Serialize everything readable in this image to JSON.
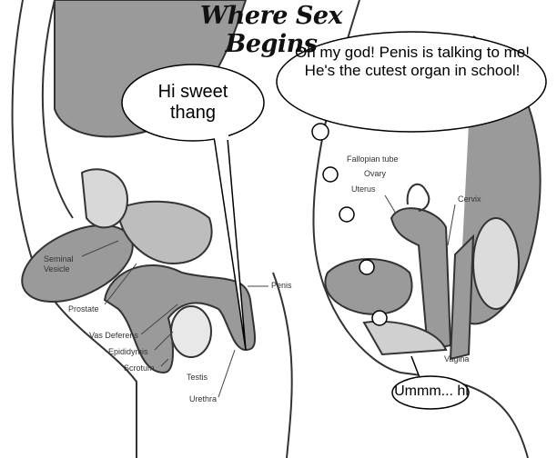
{
  "title": "Where Sex Begins",
  "male_diagram": {
    "labels": {
      "seminal_vesicle": "Seminal Vesicle",
      "prostate": "Prostate",
      "vas_deferens": "Vas Deferens",
      "epididymis": "Epididymis",
      "scrotum": "Scrotum",
      "testis": "Testis",
      "urethra": "Urethra",
      "penis": "Penis"
    },
    "speech": "Hi sweet thang"
  },
  "female_diagram": {
    "labels": {
      "fallopian_tube": "Fallopian tube",
      "ovary": "Ovary",
      "uterus": "Uterus",
      "cervix": "Cervix",
      "vagina": "Vagina"
    },
    "thought": "Oh my god! Penis is talking to me! He's the cutest organ in school!",
    "speech": "Ummm... hi"
  },
  "colors": {
    "organ_fill": "#9a9a9a",
    "outline": "#333333"
  }
}
